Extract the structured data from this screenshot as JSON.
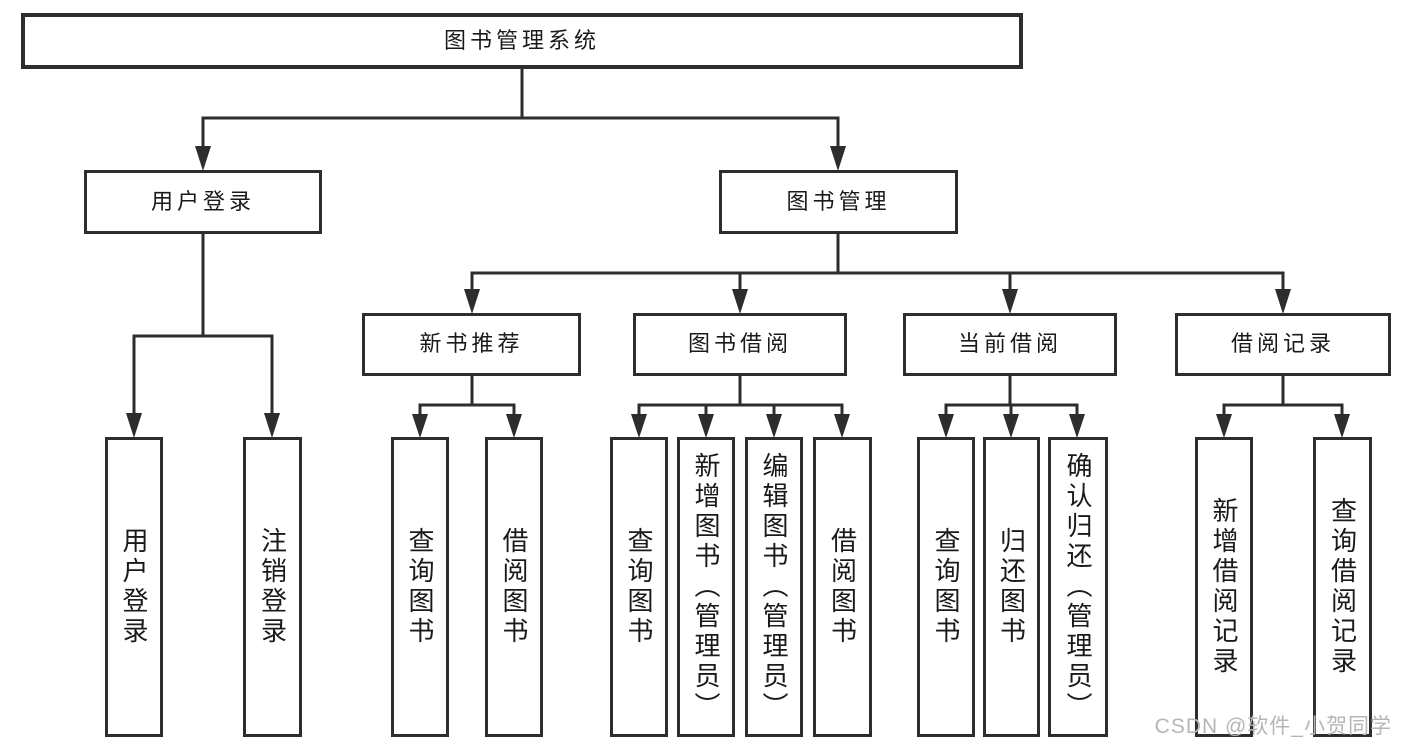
{
  "root": {
    "label": "图书管理系统"
  },
  "level2": {
    "user_login": {
      "label": "用户登录"
    },
    "book_management": {
      "label": "图书管理"
    }
  },
  "level3": {
    "new_book_recommend": {
      "label": "新书推荐"
    },
    "book_borrow": {
      "label": "图书借阅"
    },
    "current_borrow": {
      "label": "当前借阅"
    },
    "borrow_records": {
      "label": "借阅记录"
    }
  },
  "leaves": {
    "user_login": [
      "用户登录",
      "注销登录"
    ],
    "new_book_recommend": [
      "查询图书",
      "借阅图书"
    ],
    "book_borrow": [
      "查询图书",
      "新增图书（管理员）",
      "编辑图书（管理员）",
      "借阅图书"
    ],
    "current_borrow": [
      "查询图书",
      "归还图书",
      "确认归还（管理员）"
    ],
    "borrow_records": [
      "新增借阅记录",
      "查询借阅记录"
    ]
  },
  "watermark": {
    "text": "CSDN @软件_小贺同学"
  },
  "colors": {
    "line": "#2d2d2d",
    "text": "#1a1a1a",
    "watermark": "#b6b6b6",
    "background": "#ffffff"
  }
}
